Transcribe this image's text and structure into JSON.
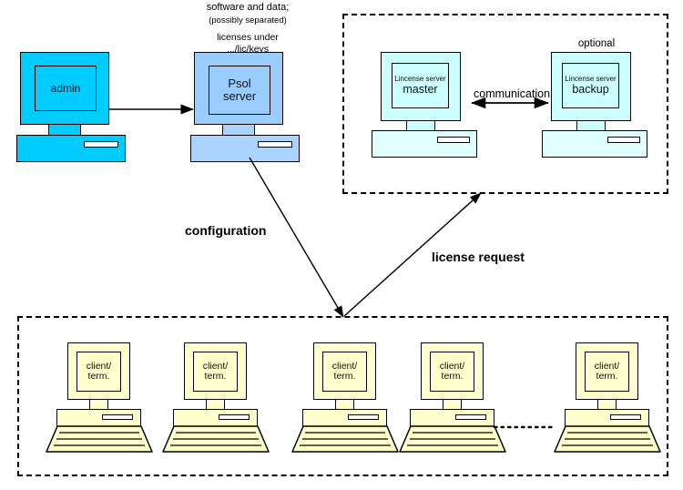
{
  "diagram": {
    "title_annotations": {
      "software_and_data": "software and data;",
      "possibly_separated": "(possibly separated)",
      "licenses_under": "licenses under",
      "lic_keys_path": ".../lic/keys",
      "optional": "optional"
    },
    "edge_labels": {
      "configuration": "configuration",
      "license_request": "license request",
      "communication": "communication"
    },
    "colors": {
      "admin_fill": "#00ccff",
      "psol_fill": "#99ccff",
      "psol_base_fill": "#aad4ff",
      "license_server_fill": "#ccffff",
      "license_server_base_fill": "#e0ffff",
      "client_fill": "#ffffcc",
      "outline": "#000000",
      "background": "#ffffff"
    },
    "nodes": {
      "admin": {
        "label": "admin",
        "role": "admin-workstation"
      },
      "psol_server": {
        "label_line1": "Psol",
        "label_line2": "server",
        "role": "psol-server"
      },
      "license_master": {
        "label_line1": "Lincense server",
        "label_line2": "master",
        "role": "license-server-master"
      },
      "license_backup": {
        "label_line1": "Lincense server",
        "label_line2": "backup",
        "role": "license-server-backup"
      }
    },
    "clients": [
      {
        "line1": "client/",
        "line2": "term."
      },
      {
        "line1": "client/",
        "line2": "term."
      },
      {
        "line1": "client/",
        "line2": "term."
      },
      {
        "line1": "client/",
        "line2": "term."
      },
      {
        "line1": "client/",
        "line2": "term."
      }
    ]
  }
}
